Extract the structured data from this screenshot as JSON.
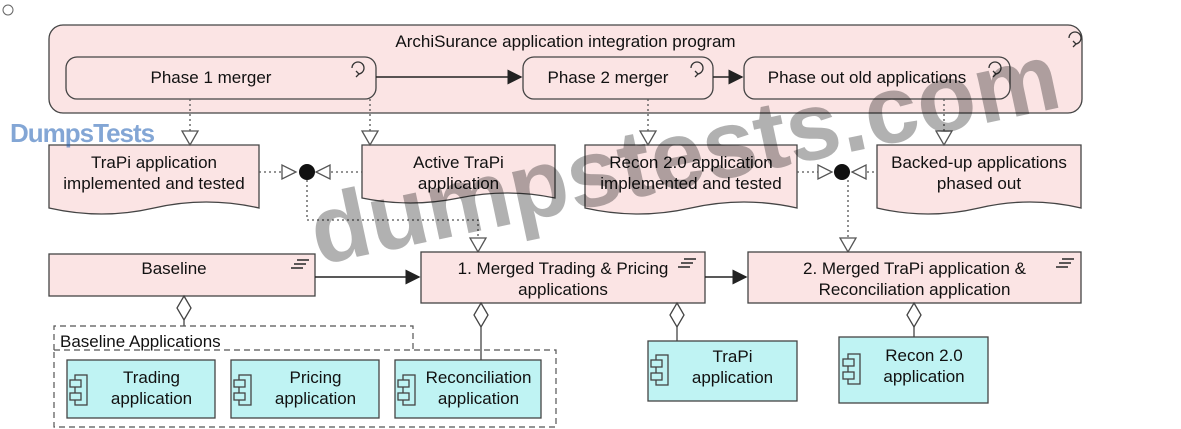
{
  "program": {
    "title": "ArchiSurance application integration program",
    "phase1": "Phase 1 merger",
    "phase2": "Phase 2 merger",
    "phase_out": "Phase out old applications"
  },
  "deliverables": {
    "trapi_impl": [
      "TraPi application",
      "implemented and tested"
    ],
    "active_trapi": [
      "Active TraPi",
      "application"
    ],
    "recon_impl": [
      "Recon 2.0 application",
      "implemented and tested"
    ],
    "backed_up": [
      "Backed-up applications",
      "phased out"
    ]
  },
  "plateaus": {
    "baseline": "Baseline",
    "merged1": [
      "1. Merged Trading & Pricing",
      "applications"
    ],
    "merged2": [
      "2. Merged TraPi application &",
      "Reconciliation application"
    ]
  },
  "baseline_group": {
    "label": "Baseline Applications"
  },
  "components": {
    "trading": [
      "Trading",
      "application"
    ],
    "pricing": [
      "Pricing",
      "application"
    ],
    "reconciliation": [
      "Reconciliation",
      "application"
    ],
    "trapi": [
      "TraPi",
      "application"
    ],
    "recon2": [
      "Recon 2.0",
      "application"
    ]
  },
  "watermark": {
    "small": "DumpsTests",
    "large": "dumpstests.com"
  },
  "colors": {
    "pink": "#fbe4e4",
    "cyan": "#bff3f3",
    "stroke": "#444444"
  }
}
